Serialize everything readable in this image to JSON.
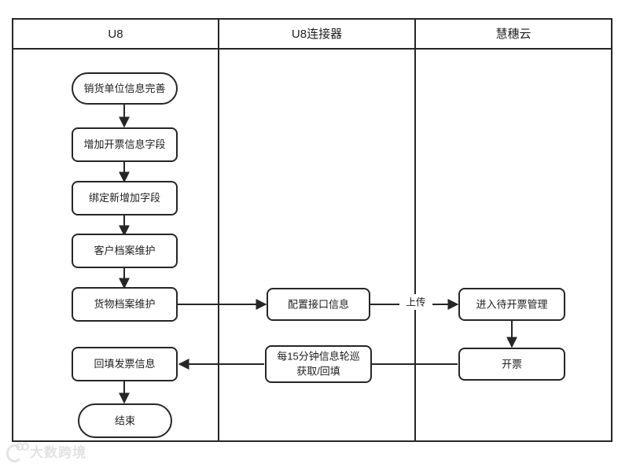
{
  "diagram": {
    "type": "swimlane-flowchart",
    "lanes": [
      {
        "id": "lane-u8",
        "title": "U8"
      },
      {
        "id": "lane-connector",
        "title": "U8连接器"
      },
      {
        "id": "lane-cloud",
        "title": "慧穗云"
      }
    ],
    "nodes": [
      {
        "id": "n1",
        "lane": "lane-u8",
        "shape": "rounded-terminator",
        "label": "销货单位信息完善"
      },
      {
        "id": "n2",
        "lane": "lane-u8",
        "shape": "process",
        "label": "增加开票信息字段"
      },
      {
        "id": "n3",
        "lane": "lane-u8",
        "shape": "process",
        "label": "绑定新增加字段"
      },
      {
        "id": "n4",
        "lane": "lane-u8",
        "shape": "process",
        "label": "客户档案维护"
      },
      {
        "id": "n5",
        "lane": "lane-u8",
        "shape": "process",
        "label": "货物档案维护"
      },
      {
        "id": "n6",
        "lane": "lane-u8",
        "shape": "process",
        "label": "回填发票信息"
      },
      {
        "id": "n7",
        "lane": "lane-u8",
        "shape": "rounded-terminator",
        "label": "结束"
      },
      {
        "id": "n8",
        "lane": "lane-connector",
        "shape": "process",
        "label": "配置接口信息"
      },
      {
        "id": "n9",
        "lane": "lane-connector",
        "shape": "process",
        "label_line1": "每15分钟信息轮巡",
        "label_line2": "获取/回填"
      },
      {
        "id": "n10",
        "lane": "lane-cloud",
        "shape": "process",
        "label": "进入待开票管理"
      },
      {
        "id": "n11",
        "lane": "lane-cloud",
        "shape": "process",
        "label": "开票"
      }
    ],
    "edges": [
      {
        "from": "n1",
        "to": "n2",
        "label": ""
      },
      {
        "from": "n2",
        "to": "n3",
        "label": ""
      },
      {
        "from": "n3",
        "to": "n4",
        "label": ""
      },
      {
        "from": "n4",
        "to": "n5",
        "label": ""
      },
      {
        "from": "n5",
        "to": "n8",
        "label": ""
      },
      {
        "from": "n8",
        "to": "n10",
        "label": "上传"
      },
      {
        "from": "n10",
        "to": "n11",
        "label": ""
      },
      {
        "from": "n11",
        "to": "n9",
        "label": ""
      },
      {
        "from": "n9",
        "to": "n6",
        "label": ""
      },
      {
        "from": "n6",
        "to": "n7",
        "label": ""
      }
    ]
  },
  "watermark": {
    "text": "大数跨境"
  },
  "colors": {
    "stroke": "#262626",
    "node_fill": "#ffffff",
    "text": "#1f1f1f",
    "background": "#ffffff",
    "watermark": "#9a9a9a"
  }
}
